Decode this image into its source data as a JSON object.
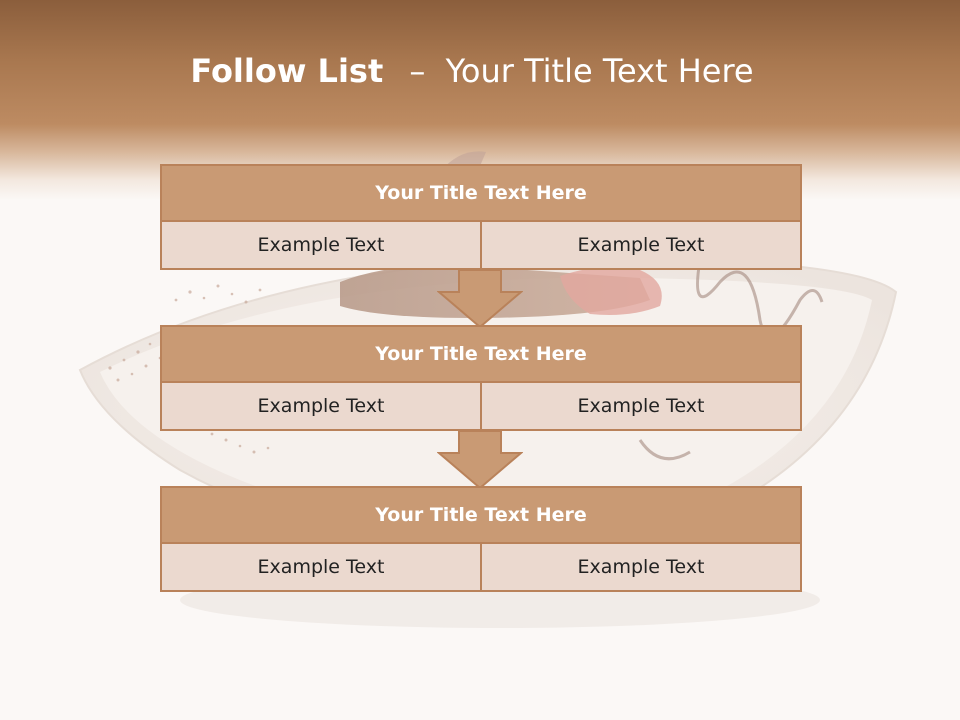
{
  "slide": {
    "title_bold": "Follow List",
    "title_dash": "–",
    "title_rest": "Your Title Text Here"
  },
  "steps": [
    {
      "title": "Your Title Text Here",
      "left_text": "Example Text",
      "right_text": "Example Text"
    },
    {
      "title": "Your Title Text Here",
      "left_text": "Example Text",
      "right_text": "Example Text"
    },
    {
      "title": "Your Title Text Here",
      "left_text": "Example Text",
      "right_text": "Example Text"
    }
  ],
  "colors": {
    "header_brown": "#8b5e3c",
    "box_head": "#c99a74",
    "box_border": "#b9825a",
    "box_body": "#ebd9cf",
    "arrow_fill": "#c99a74"
  }
}
